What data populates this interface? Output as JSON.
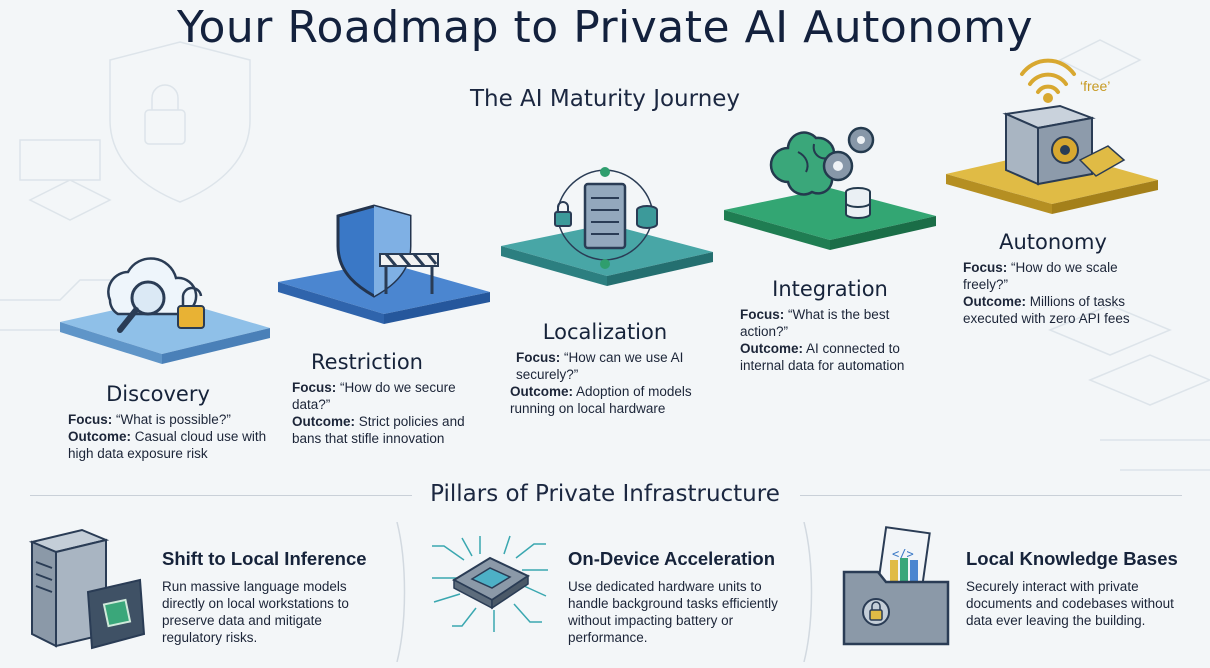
{
  "title": "Your Roadmap to Private AI Autonomy",
  "journey_title": "The AI Maturity Journey",
  "labels": {
    "focus": "Focus:",
    "outcome": "Outcome:"
  },
  "stages": [
    {
      "name": "Discovery",
      "focus": "“What is possible?”",
      "outcome": "Casual cloud use with high data exposure risk",
      "color": "#7fb4e0"
    },
    {
      "name": "Restriction",
      "focus": "“How do we secure data?”",
      "outcome": "Strict policies and bans that stifle innovation",
      "color": "#3f7bc8"
    },
    {
      "name": "Localization",
      "focus": "“How can we use AI securely?”",
      "outcome": "Adoption of models running on local hardware",
      "color": "#3c9a9a"
    },
    {
      "name": "Integration",
      "focus": "“What is the best action?”",
      "outcome": "AI connected to internal data for automation",
      "color": "#2f9e6e"
    },
    {
      "name": "Autonomy",
      "focus": "“How do we scale freely?”",
      "outcome": "Millions of tasks executed with zero API fees",
      "color": "#d8b33c"
    }
  ],
  "free_tag": "‘free’",
  "pillars_title": "Pillars of Private Infrastructure",
  "pillars": [
    {
      "title": "Shift to Local Inference",
      "desc": "Run massive language models directly on local workstations to preserve data and mitigate regulatory risks.",
      "icon": "server-chip-icon"
    },
    {
      "title": "On-Device Acceleration",
      "desc": "Use dedicated hardware units to handle background tasks efficiently without impacting battery or performance.",
      "icon": "processor-chip-icon"
    },
    {
      "title": "Local Knowledge Bases",
      "desc": "Securely interact with private documents and codebases without data ever leaving the building.",
      "icon": "secure-folder-icon"
    }
  ]
}
